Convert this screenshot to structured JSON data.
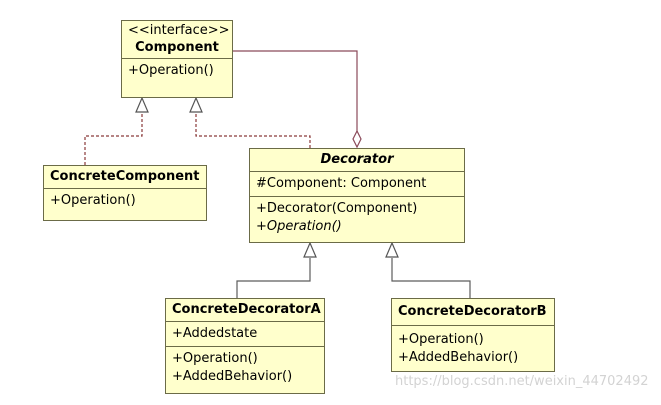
{
  "classes": {
    "component": {
      "stereotype": "<<interface>>",
      "name": "Component",
      "operations": [
        "+Operation()"
      ]
    },
    "concrete_component": {
      "name": "ConcreteComponent",
      "operations": [
        "+Operation()"
      ]
    },
    "decorator": {
      "name": "Decorator",
      "attributes": [
        "#Component: Component"
      ],
      "operations": [
        "+Decorator(Component)",
        "+Operation()"
      ]
    },
    "concrete_decorator_a": {
      "name": "ConcreteDecoratorA",
      "attributes": [
        "+Addedstate"
      ],
      "operations": [
        "+Operation()",
        "+AddedBehavior()"
      ]
    },
    "concrete_decorator_b": {
      "name": "ConcreteDecoratorB",
      "operations": [
        "+Operation()",
        "+AddedBehavior()"
      ]
    }
  },
  "watermark": "https://blog.csdn.net/weixin_44702492",
  "colors": {
    "class_fill": "#ffffcc",
    "border": "#6b6b47",
    "line_solid": "#5c5c5c",
    "line_dashed": "#8a3a3a",
    "aggregation": "#8b4a5a"
  }
}
